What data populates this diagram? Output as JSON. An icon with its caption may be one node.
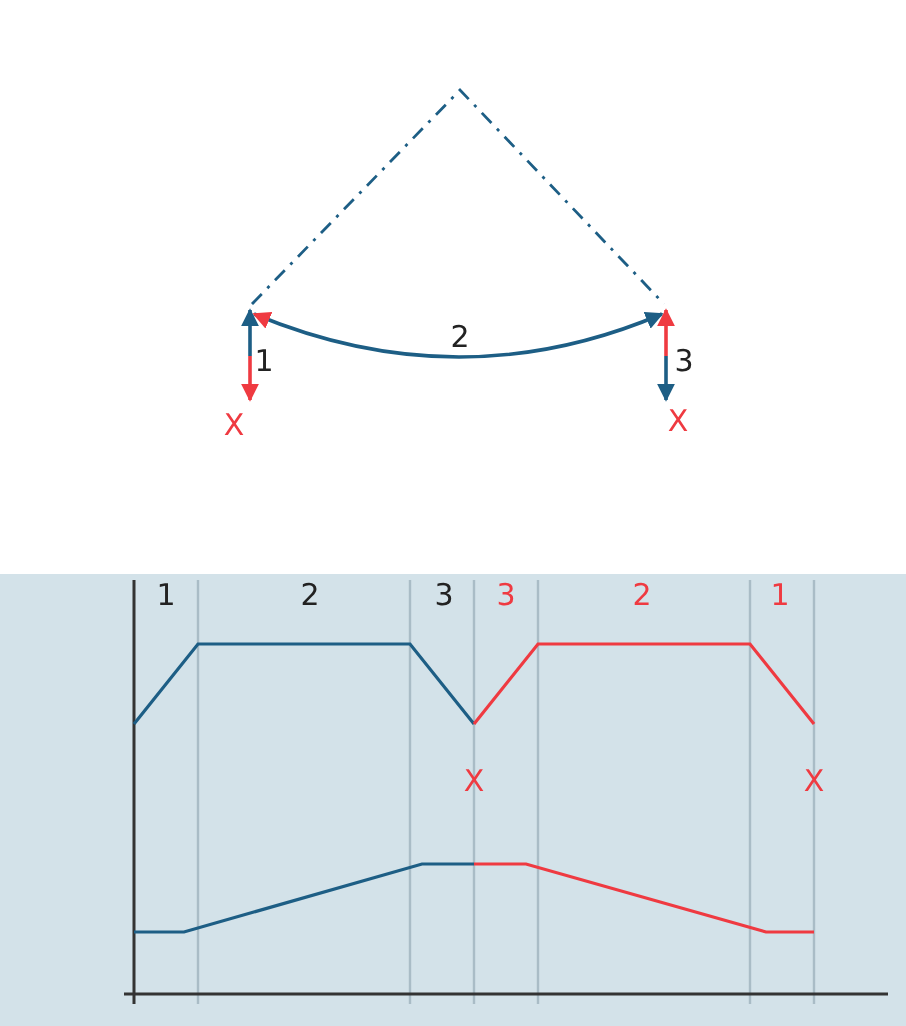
{
  "diagram": {
    "labels": [
      "2",
      "1",
      "3",
      "X",
      "X",
      "1",
      "2",
      "3",
      "3",
      "2",
      "1",
      "X",
      "X"
    ]
  }
}
